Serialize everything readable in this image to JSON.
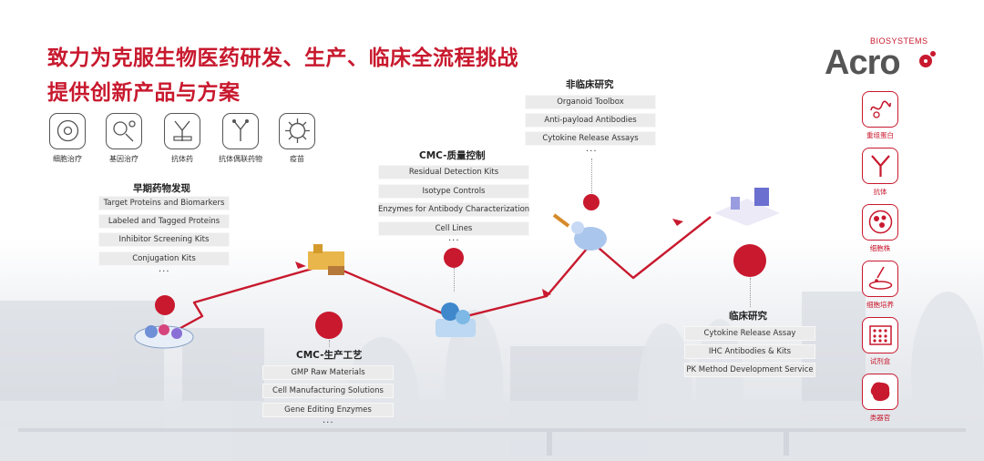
{
  "headline": {
    "line1": "致力为克服生物医药研发、生产、临床全流程挑战",
    "line2": "提供创新产品与方案"
  },
  "logo": {
    "brand": "Acro",
    "sub": "BIOSYSTEMS"
  },
  "therapies": [
    {
      "label": "细胞治疗",
      "icon": "cell-therapy-icon"
    },
    {
      "label": "基因治疗",
      "icon": "gene-therapy-icon"
    },
    {
      "label": "抗体药",
      "icon": "antibody-drug-icon"
    },
    {
      "label": "抗体偶联药物",
      "icon": "adc-icon"
    },
    {
      "label": "疫苗",
      "icon": "vaccine-icon"
    }
  ],
  "early_discovery": {
    "title": "早期药物发现",
    "items": [
      "Target Proteins and Biomarkers",
      "Labeled and Tagged Proteins",
      "Inhibitor Screening Kits",
      "Conjugation Kits"
    ],
    "more": "..."
  },
  "cmc_process": {
    "title": "CMC-生产工艺",
    "items": [
      "GMP Raw Materials",
      "Cell Manufacturing Solutions",
      "Gene Editing Enzymes"
    ],
    "more": "..."
  },
  "cmc_quality": {
    "title": "CMC-质量控制",
    "items": [
      "Residual Detection Kits",
      "Isotype Controls",
      "Enzymes for Antibody Characterization",
      "Cell Lines"
    ],
    "more": "..."
  },
  "preclinical": {
    "title": "非临床研究",
    "items": [
      "Organoid Toolbox",
      "Anti-payload Antibodies",
      "Cytokine Release Assays"
    ],
    "more": "..."
  },
  "clinical": {
    "title": "临床研究",
    "items": [
      "Cytokine Release Assay",
      "IHC Antibodies & Kits",
      "PK Method Development Service"
    ]
  },
  "side_products": [
    {
      "label": "重组蛋白",
      "icon": "recombinant-protein-icon"
    },
    {
      "label": "抗体",
      "icon": "antibody-icon"
    },
    {
      "label": "细胞株",
      "icon": "cell-line-icon"
    },
    {
      "label": "细胞培养",
      "icon": "cell-culture-icon"
    },
    {
      "label": "试剂盒",
      "icon": "kit-icon"
    },
    {
      "label": "类器官",
      "icon": "organoid-icon"
    }
  ],
  "colors": {
    "brand_red": "#c8192e",
    "pill_bg": "#ebebeb",
    "text": "#333333"
  }
}
